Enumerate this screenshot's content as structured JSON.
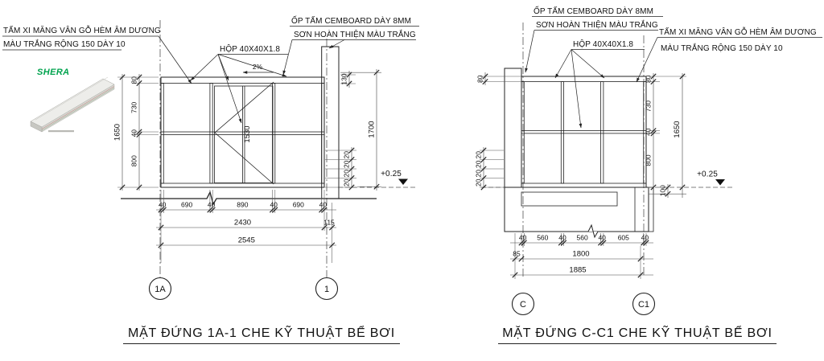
{
  "brand": "SHERA",
  "left": {
    "title": "MẶT ĐỨNG 1A-1 CHE KỸ THUẬT BỂ BƠI",
    "bubble_left": "1A",
    "bubble_right": "1",
    "label_panel_1": "TẤM XI MĂNG VÂN GỖ HÈM ÂM DƯƠNG",
    "label_panel_2": "MÀU TRẮNG RỘNG 150 DÀY 10",
    "label_cemboard_1": "ỐP TẤM CEMBOARD DÀY 8MM",
    "label_cemboard_2": "SƠN HOÀN THIỆN MÀU TRẮNG",
    "label_frame": "HỘP 40X40X1.8",
    "slope": "2%",
    "level": "+0.25",
    "door_height": "1530",
    "dim_v_left": [
      "80",
      "730",
      "40",
      "800"
    ],
    "dim_v_left_total": "1650",
    "dim_130": "130",
    "dim_1700": "1700",
    "dim_20s": [
      "20",
      "20",
      "20",
      "20"
    ],
    "dim_b1": [
      "40",
      "690",
      "40",
      "890",
      "40",
      "690",
      "40"
    ],
    "dim_b2": [
      "2430",
      "115"
    ],
    "dim_b3": "2545"
  },
  "right": {
    "title": "MẶT ĐỨNG C-C1 CHE KỸ THUẬT BỂ BƠI",
    "bubble_left": "C",
    "bubble_right": "C1",
    "label_cemboard_1": "ỐP TẤM CEMBOARD DÀY 8MM",
    "label_cemboard_2": "SƠN HOÀN THIỆN MÀU TRẮNG",
    "label_frame": "HỘP 40X40X1.8",
    "label_panel_1": "TẤM XI MĂNG VÂN GỖ HÈM ÂM DƯƠNG",
    "label_panel_2": "MÀU TRẮNG RỘNG 150 DÀY 10",
    "level": "+0.25",
    "dim_left_80": "80",
    "dim_v_right": [
      "80",
      "730",
      "40",
      "800"
    ],
    "dim_100": "100",
    "dim_v_right_total": "1650",
    "dim_20s": [
      "20",
      "20",
      "20",
      "20"
    ],
    "dim_b1": [
      "40",
      "560",
      "40",
      "560",
      "40",
      "605",
      "40"
    ],
    "dim_b2": [
      "85",
      "1800"
    ],
    "dim_b3": "1885"
  }
}
